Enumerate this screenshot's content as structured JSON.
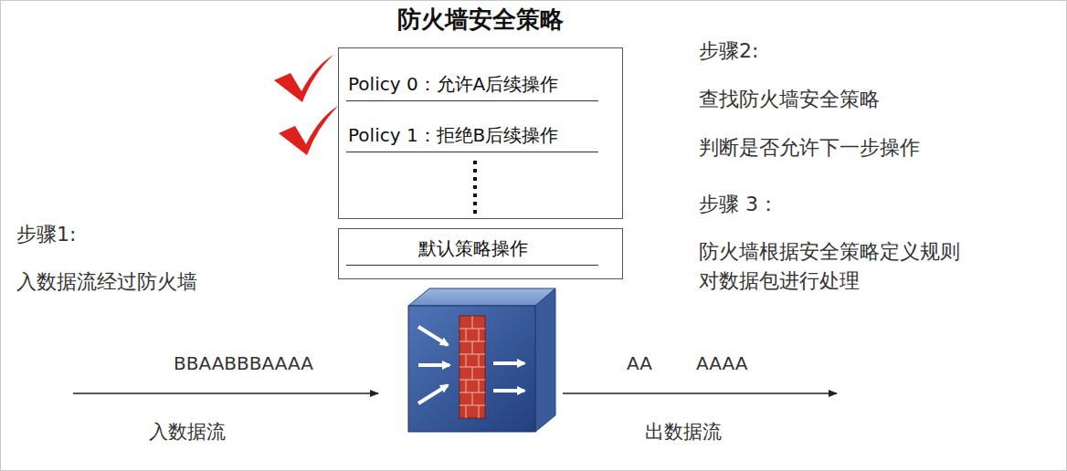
{
  "diagram": {
    "title": "防火墙安全策略",
    "nodes": [
      {
        "text": [
          "Policy 0：允许A后续操作",
          "Policy 1：拒绝B后续操作"
        ]
      },
      {
        "text": [
          "默认策略操作"
        ]
      }
    ],
    "labels": [
      "步骤2:",
      "查找防火墙安全策略",
      "判断是否允许下一步操作",
      "步骤 3：",
      "防火墙根据安全策略定义规则对数据包进行处理",
      "步骤1:",
      "入数据流经过防火墙",
      "BBAABBBAAAA",
      "AA",
      "AAAA",
      "入数据流",
      "出数据流"
    ]
  }
}
